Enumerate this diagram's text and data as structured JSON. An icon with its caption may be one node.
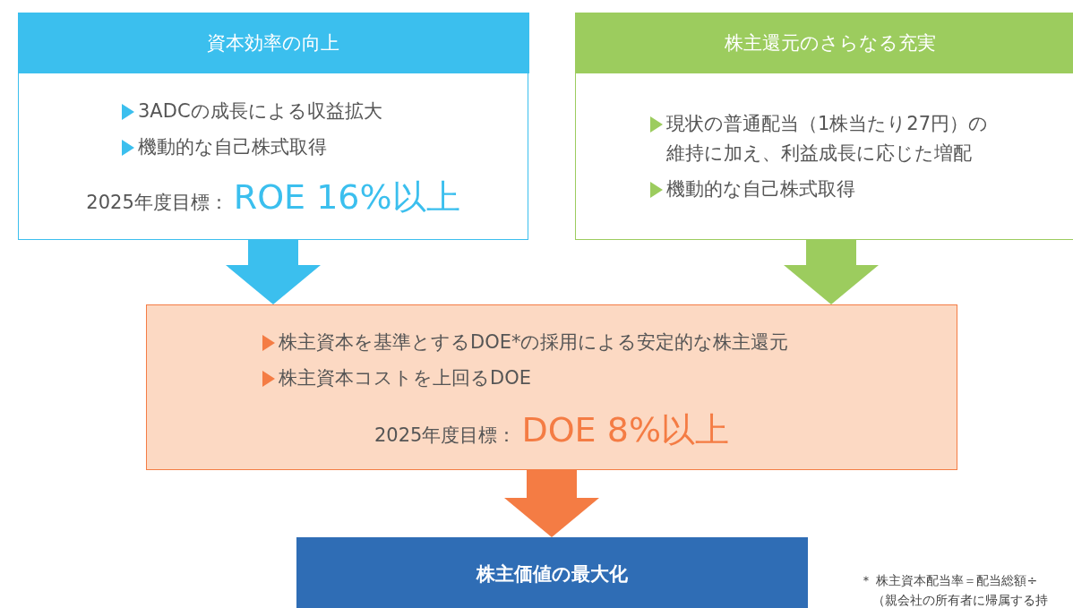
{
  "diagram": {
    "nodes": [
      {
        "text": [
          "資本効率の向上",
          "3ADCの成長による収益拡大",
          "機動的な自己株式取得",
          "2025年度目標：",
          "ROE 16%以上"
        ]
      },
      {
        "text": [
          "株主還元のさらなる充実",
          "現状の普通配当（1株当たり27円）の維持に加え、利益成長に応じた増配",
          "機動的な自己株式取得"
        ]
      },
      {
        "text": [
          "株主資本を基準とするDOE*の採用による安定的な株主還元",
          "株主資本コストを上回るDOE",
          "2025年度目標：",
          "DOE 8%以上"
        ]
      },
      {
        "text": [
          "株主価値の最大化"
        ]
      }
    ],
    "edges": [
      {
        "from": 0,
        "to": 2,
        "arrow": "to",
        "color": "#3bbfee"
      },
      {
        "from": 1,
        "to": 2,
        "arrow": "to",
        "color": "#9ccc5e"
      },
      {
        "from": 2,
        "to": 3,
        "arrow": "to",
        "color": "#f47c44"
      }
    ],
    "labels": [
      "＊ 株主資本配当率＝配当総額÷",
      "（親会社の所有者に帰属する持"
    ]
  }
}
